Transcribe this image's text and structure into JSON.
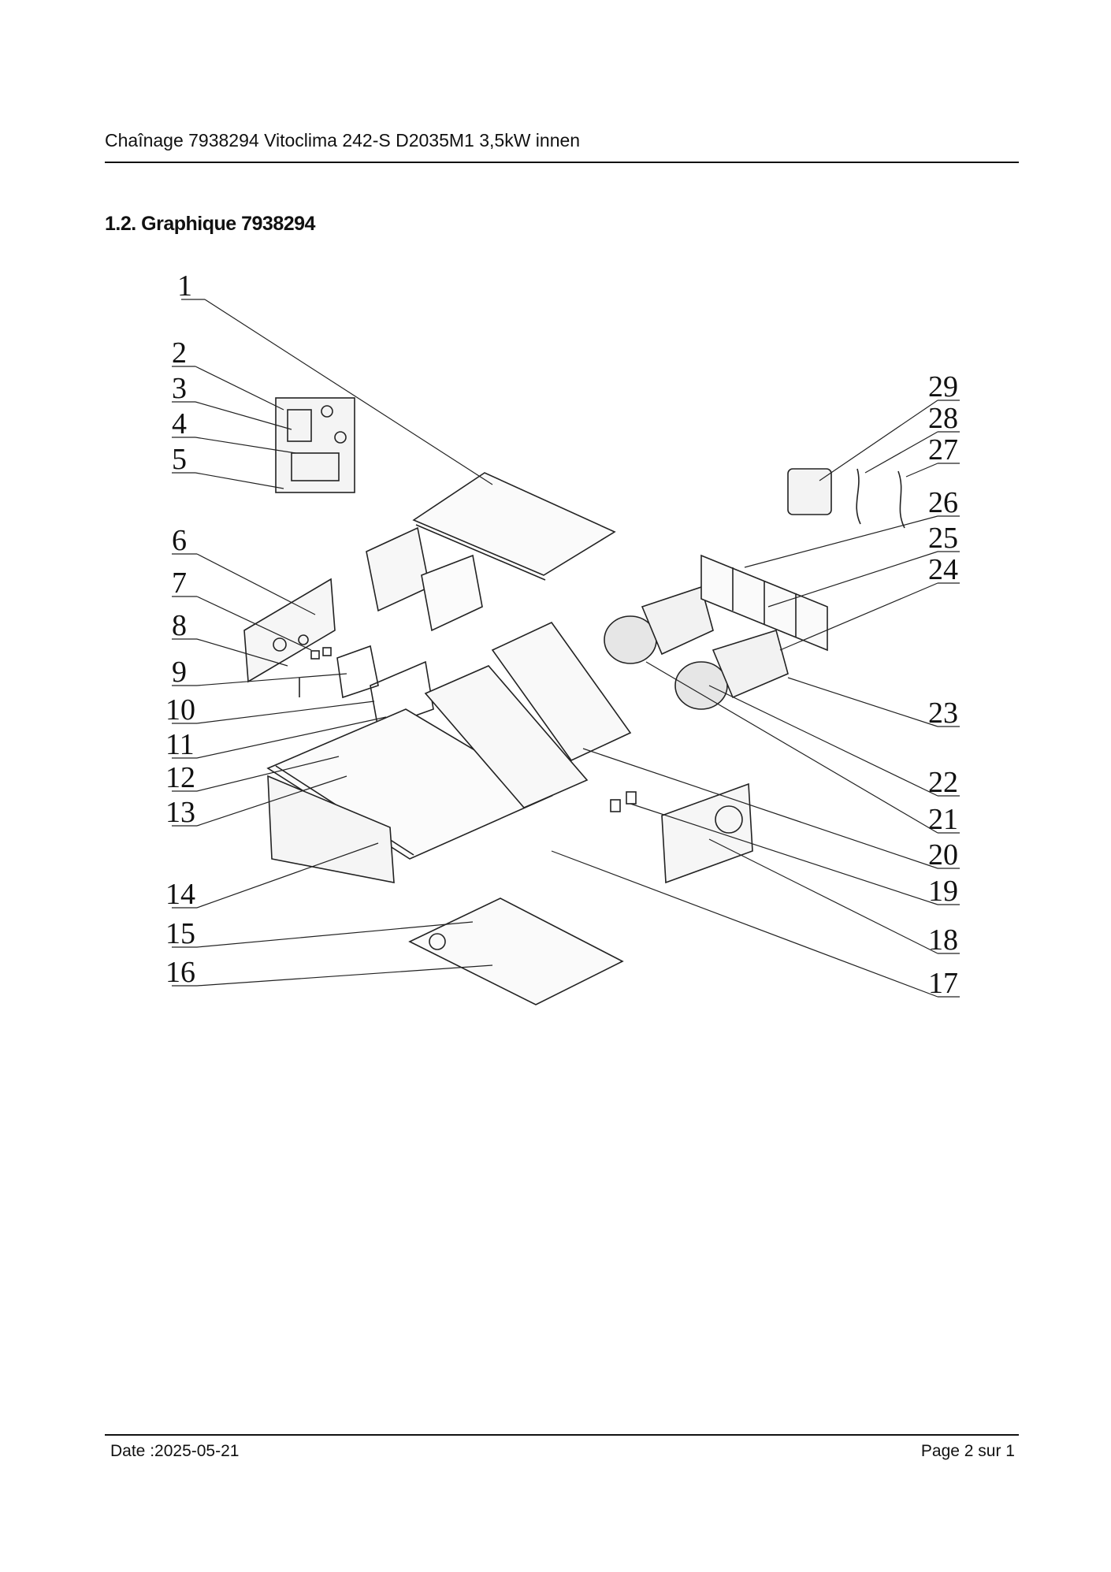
{
  "header": {
    "title": "Chaînage 7938294 Vitoclima 242-S D2035M1 3,5kW innen"
  },
  "section": {
    "title": "1.2. Graphique 7938294"
  },
  "diagram": {
    "callouts_left": [
      "1",
      "2",
      "3",
      "4",
      "5",
      "6",
      "7",
      "8",
      "9",
      "10",
      "11",
      "12",
      "13",
      "14",
      "15",
      "16"
    ],
    "callouts_right": [
      "29",
      "28",
      "27",
      "26",
      "25",
      "24",
      "23",
      "22",
      "21",
      "20",
      "19",
      "18",
      "17"
    ]
  },
  "footer": {
    "date": "Date :2025-05-21",
    "page": "Page 2 sur   1"
  }
}
